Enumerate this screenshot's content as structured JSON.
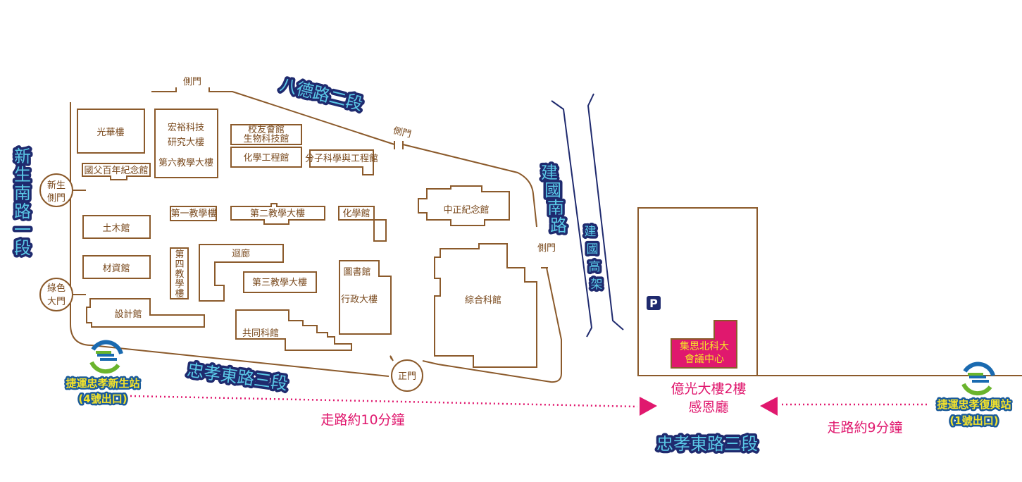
{
  "roads": {
    "bade": "八德路二段",
    "xinsheng": [
      "新",
      "生",
      "南",
      "路",
      "一",
      "段"
    ],
    "jianguo": [
      "建",
      "國",
      "南",
      "路"
    ],
    "viaduct": [
      "建",
      "國",
      "高",
      "架"
    ],
    "zhongxiao_left": "忠孝東路三段",
    "zhongxiao_right": "忠孝東路三段"
  },
  "gates": {
    "side_top": "側門",
    "side_bade": "側門",
    "side_east": "側門",
    "xinsheng_side": [
      "新生",
      "側門"
    ],
    "green": [
      "綠色",
      "大門"
    ],
    "main": "正門"
  },
  "buildings": {
    "guanghua": "光華樓",
    "hongyu": [
      "宏裕科技",
      "研究大樓"
    ],
    "sixth": "第六教學大樓",
    "alumni": [
      "校友會館",
      "生物科技館"
    ],
    "chem_eng": "化學工程館",
    "molecular": "分子科學與工程館",
    "sun_yat_sen": "國父百年紀念館",
    "first": "第一教學樓",
    "second": "第二教學大樓",
    "chemistry": "化學館",
    "chiang": "中正紀念館",
    "civil": "土木館",
    "materials": "材資館",
    "fourth": [
      "第",
      "四",
      "教",
      "學",
      "樓"
    ],
    "corridor": "迴廊",
    "third": "第三教學大樓",
    "library": "圖書館",
    "admin": "行政大樓",
    "design": "設計館",
    "general": "共同科館",
    "comprehensive": "綜合科館"
  },
  "venue": {
    "name": [
      "集思北科大",
      "會議中心"
    ],
    "building": [
      "億光大樓2樓",
      "感恩廳"
    ],
    "parking": "P"
  },
  "stations": {
    "left": {
      "name": "捷運忠孝新生站",
      "exit": "(4號出口)",
      "walk": "走路約10分鐘"
    },
    "right": {
      "name": "捷運忠孝復興站",
      "exit": "(1號出口)",
      "walk": "走路約9分鐘"
    }
  },
  "colors": {
    "outline": "#8b5a2b",
    "accent": "#e0186e",
    "road_label": "#1f2a6e",
    "parking": "#1f2a6e"
  }
}
